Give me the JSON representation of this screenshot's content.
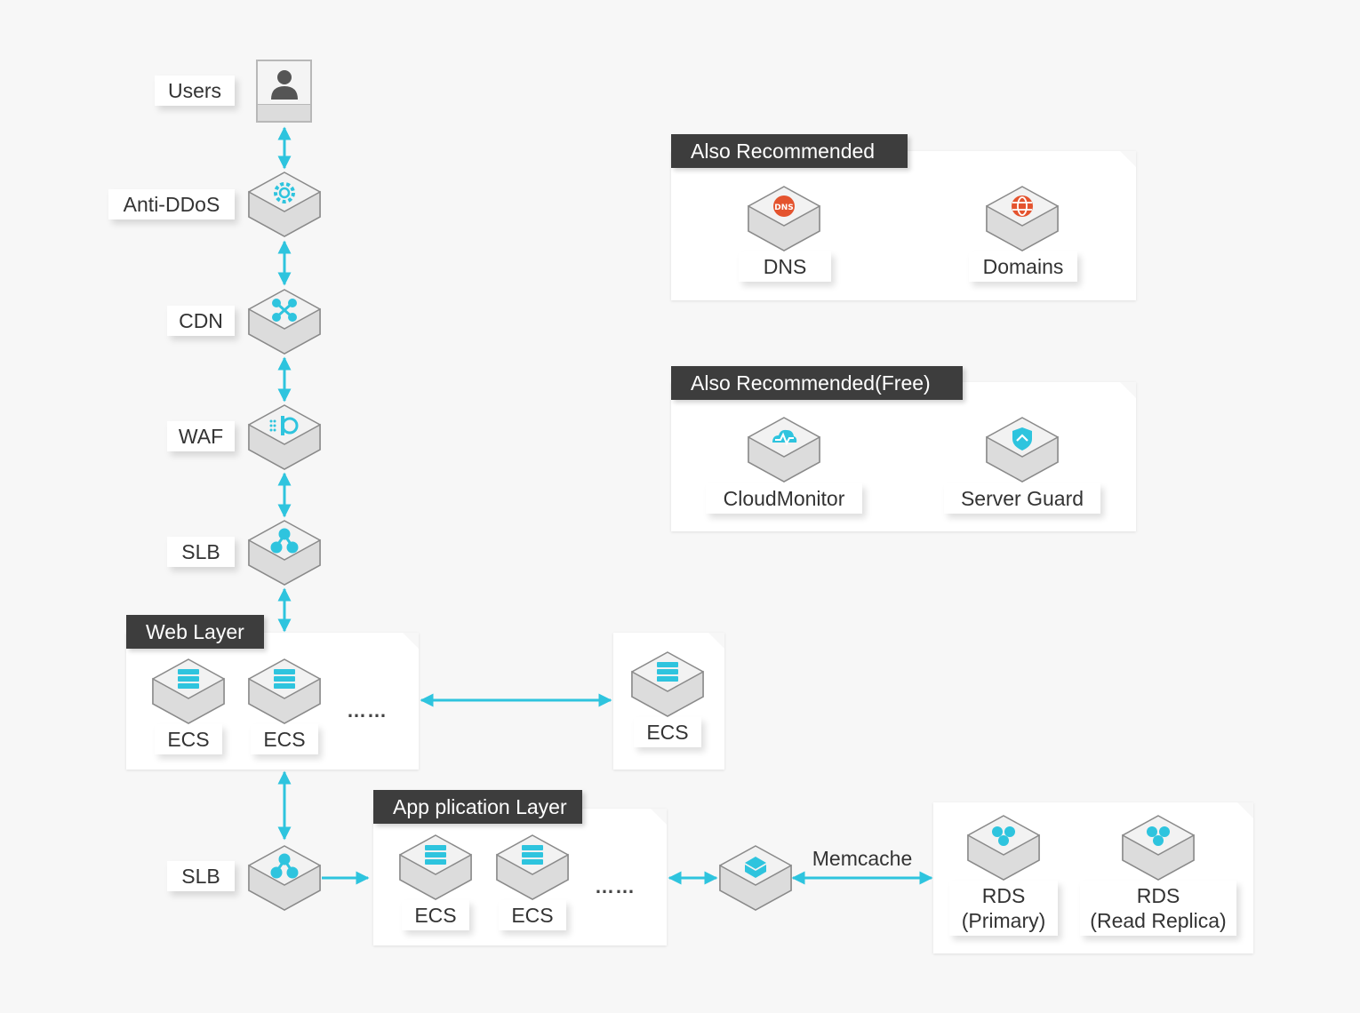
{
  "colors": {
    "accent": "#2ec4de",
    "panel_title_bg": "#3d3d3d",
    "dns_icon": "#e4532e",
    "background": "#f7f7f7"
  },
  "main_chain": {
    "users": "Users",
    "anti_ddos": "Anti-DDoS",
    "cdn": "CDN",
    "waf": "WAF",
    "slb_top": "SLB",
    "slb_bottom": "SLB"
  },
  "web_layer": {
    "title": "Web Layer",
    "ecs_1": "ECS",
    "ecs_2": "ECS",
    "more": "……"
  },
  "standalone_ecs": {
    "label": "ECS"
  },
  "app_layer": {
    "title": "App plication Layer",
    "ecs_1": "ECS",
    "ecs_2": "ECS",
    "more": "……"
  },
  "memcache": {
    "label": "Memcache"
  },
  "database": {
    "rds_primary": [
      "RDS",
      "(Primary)"
    ],
    "rds_replica": [
      "RDS",
      "(Read Replica)"
    ]
  },
  "recommended": {
    "title": "Also Recommended",
    "dns": "DNS",
    "domains": "Domains"
  },
  "recommended_free": {
    "title": "Also Recommended(Free)",
    "cloudmonitor": "CloudMonitor",
    "server_guard": "Server Guard"
  },
  "icons": {
    "users": "user-icon",
    "anti_ddos": "gear-icon",
    "cdn": "network-icon",
    "waf": "firewall-icon",
    "slb": "load-balancer-icon",
    "ecs": "server-icon",
    "memcache": "cache-icon",
    "rds": "database-icon",
    "dns": "dns-icon",
    "domains": "globe-icon",
    "cloudmonitor": "monitor-icon",
    "server_guard": "shield-icon"
  }
}
